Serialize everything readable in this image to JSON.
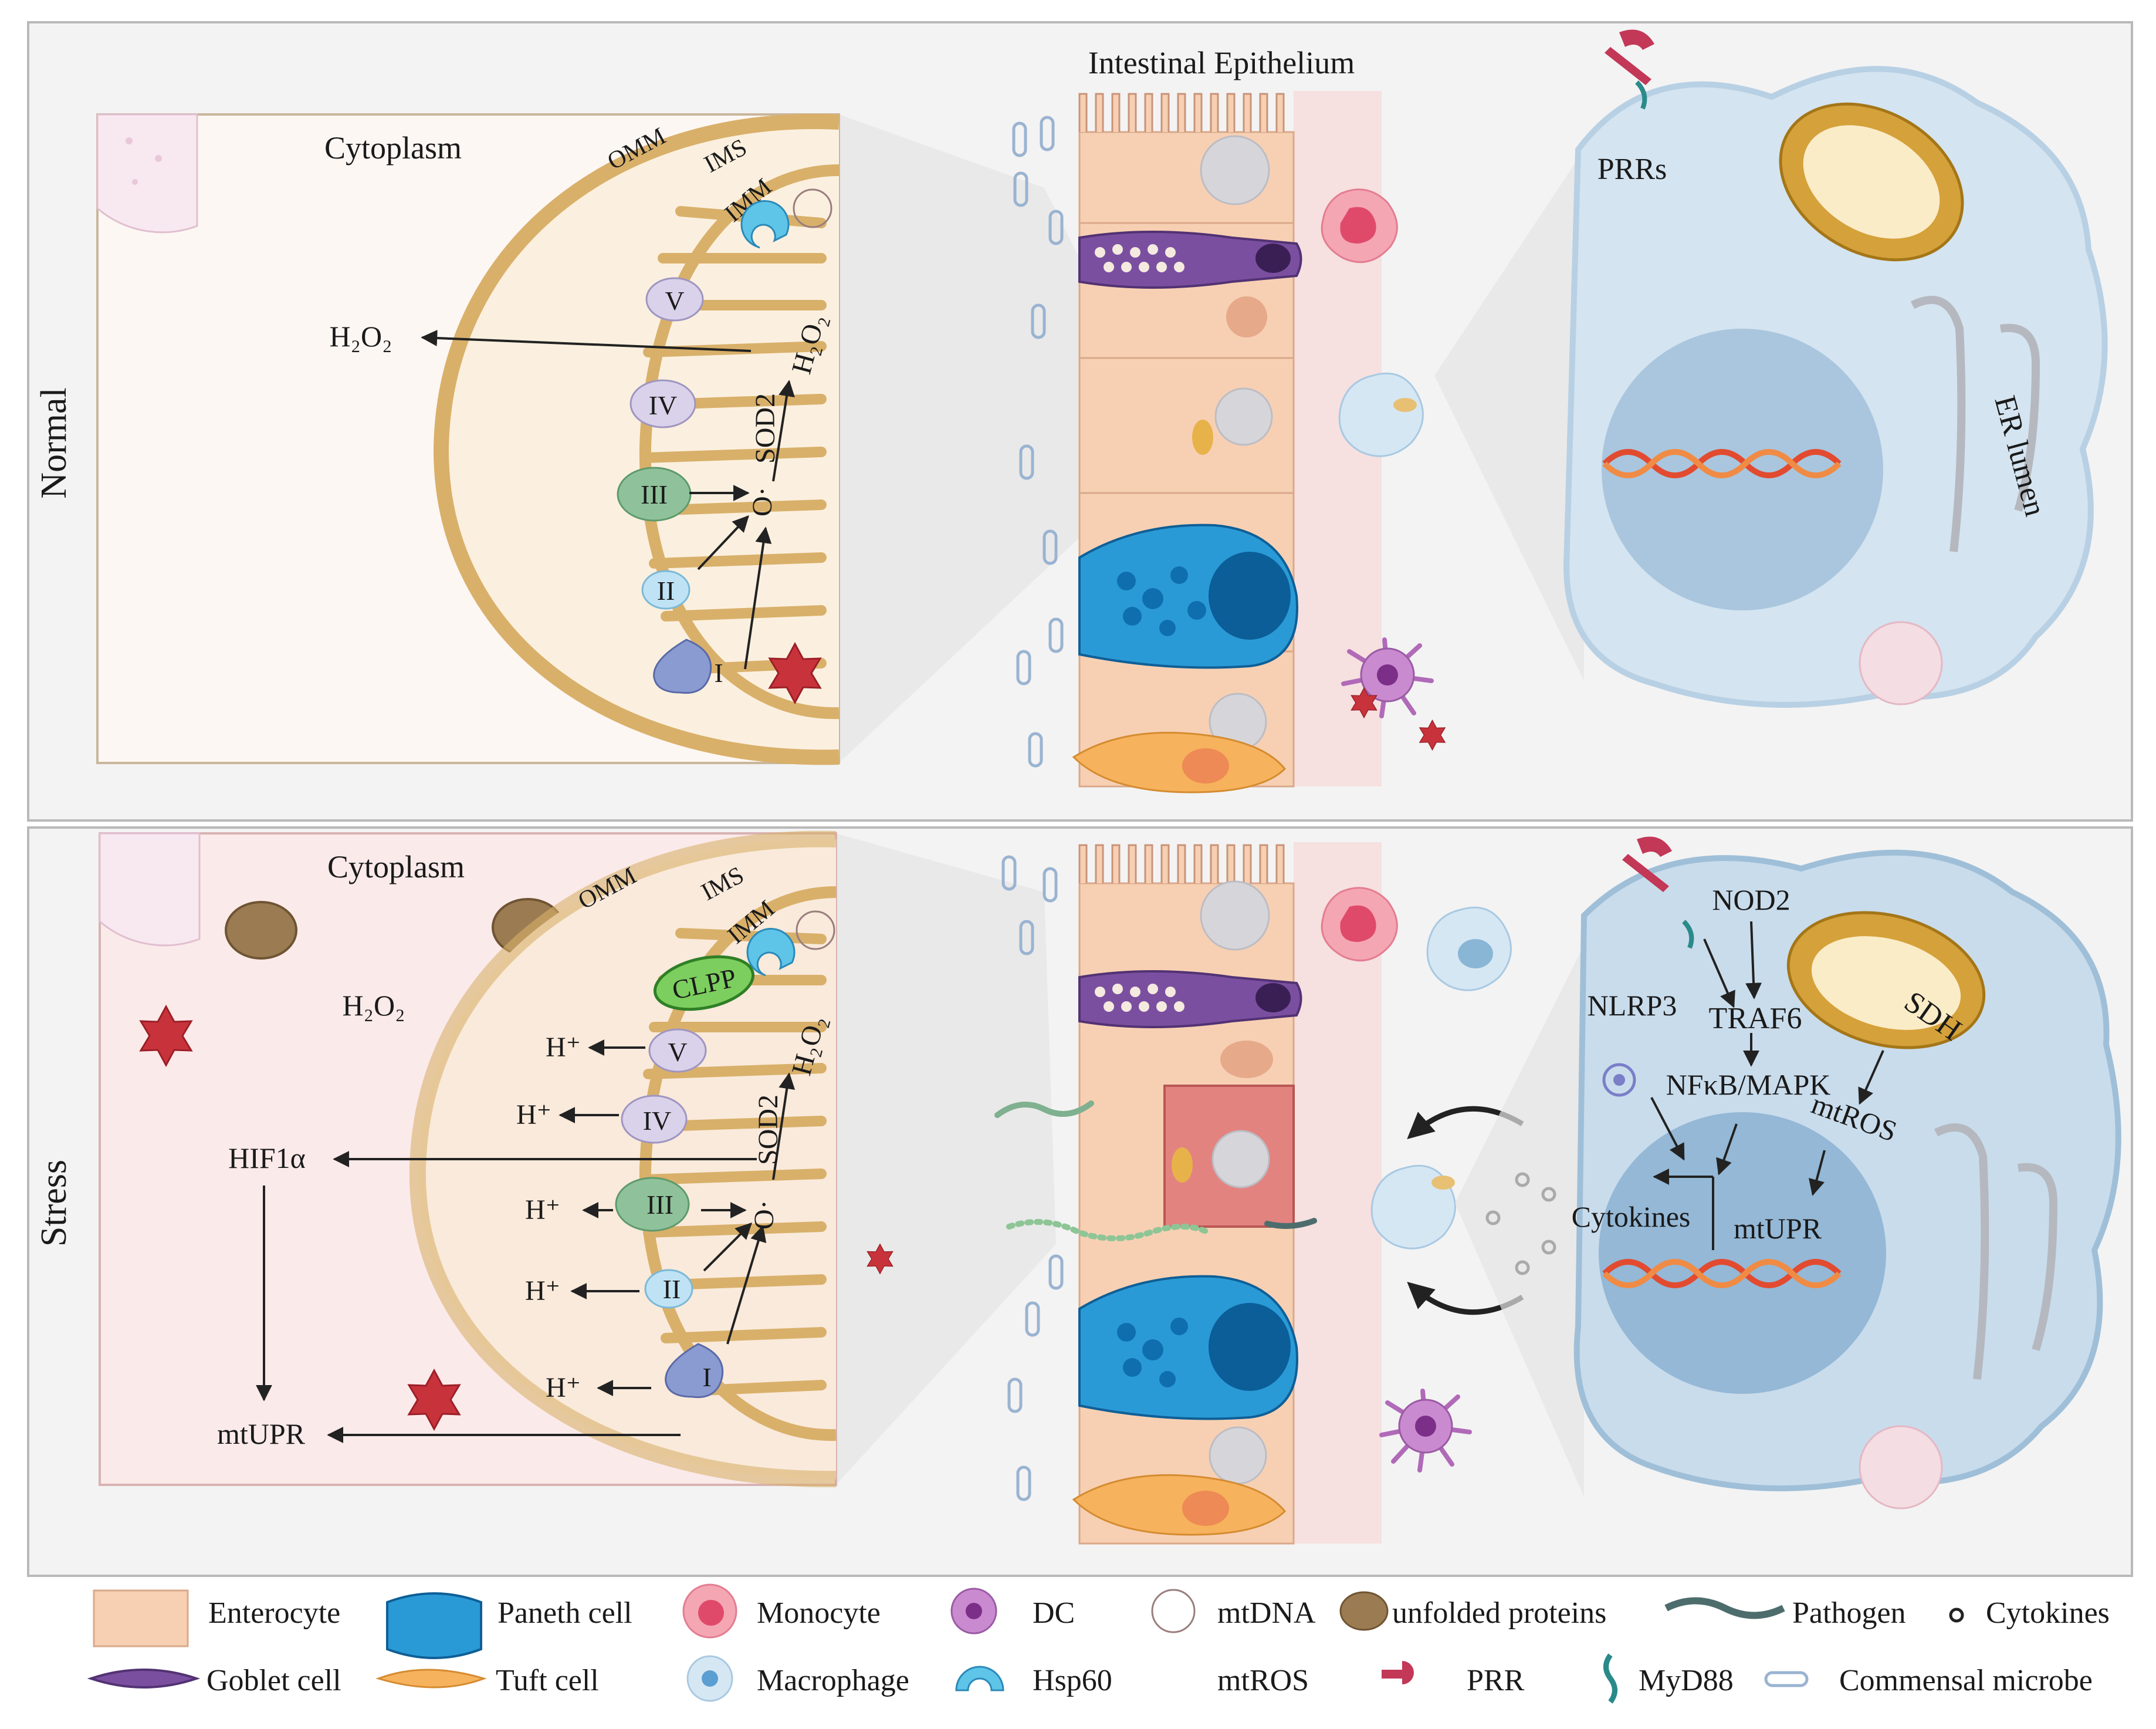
{
  "panels": {
    "normal": {
      "label": "Normal"
    },
    "stress": {
      "label": "Stress"
    }
  },
  "normal": {
    "cytoplasm": "Cytoplasm",
    "omm": "OMM",
    "ims": "IMS",
    "imm": "IMM",
    "h2o2_cyto": "H₂O₂",
    "h2o2_mito": "H₂O₂",
    "sod2": "SOD2",
    "superoxide": "O·",
    "complexes": [
      "I",
      "II",
      "III",
      "IV",
      "V"
    ],
    "epithelium_title": "Intestinal Epithelium",
    "prrs": "PRRs",
    "er_lumen": "ER lumen"
  },
  "stress": {
    "cytoplasm": "Cytoplasm",
    "omm": "OMM",
    "ims": "IMS",
    "imm": "IMM",
    "clpp": "CLPP",
    "h2o2_cyto": "H₂O₂",
    "h2o2_mito": "H₂O₂",
    "sod2": "SOD2",
    "superoxide": "O·",
    "hif1a": "HIF1α",
    "mtupr_left": "mtUPR",
    "proton": "H⁺",
    "complexes": [
      "I",
      "II",
      "III",
      "IV",
      "V"
    ],
    "nod2": "NOD2",
    "nlrp3": "NLRP3",
    "traf6": "TRAF6",
    "sdh": "SDH",
    "nfkb": "NFκB/MAPK",
    "mtros": "mtROS",
    "cytokines": "Cytokines",
    "mtupr_right": "mtUPR"
  },
  "legend": [
    {
      "label": "Enterocyte",
      "icon": "enterocyte-icon"
    },
    {
      "label": "Paneth cell",
      "icon": "paneth-cell-icon"
    },
    {
      "label": "Monocyte",
      "icon": "monocyte-icon"
    },
    {
      "label": "DC",
      "icon": "dc-icon"
    },
    {
      "label": "mtDNA",
      "icon": "mtdna-icon"
    },
    {
      "label": "unfolded proteins",
      "icon": "unfolded-proteins-icon"
    },
    {
      "label": "Pathogen",
      "icon": "pathogen-icon"
    },
    {
      "label": "Cytokines",
      "icon": "cytokines-icon"
    },
    {
      "label": "Goblet cell",
      "icon": "goblet-cell-icon"
    },
    {
      "label": "Tuft cell",
      "icon": "tuft-cell-icon"
    },
    {
      "label": "Macrophage",
      "icon": "macrophage-icon"
    },
    {
      "label": "Hsp60",
      "icon": "hsp60-icon"
    },
    {
      "label": "mtROS",
      "icon": "mtros-icon"
    },
    {
      "label": "PRR",
      "icon": "prr-icon"
    },
    {
      "label": "MyD88",
      "icon": "myd88-icon"
    },
    {
      "label": "Commensal microbe",
      "icon": "commensal-microbe-icon"
    }
  ],
  "colors": {
    "mito_membrane": "#d9b06a",
    "enterocyte": "#f7d0b3",
    "goblet": "#7b4fa0",
    "paneth": "#2a9ad6",
    "mtros": "#c8333b",
    "cell_body": "#d4e4f0",
    "nucleus": "#a9c6de"
  }
}
